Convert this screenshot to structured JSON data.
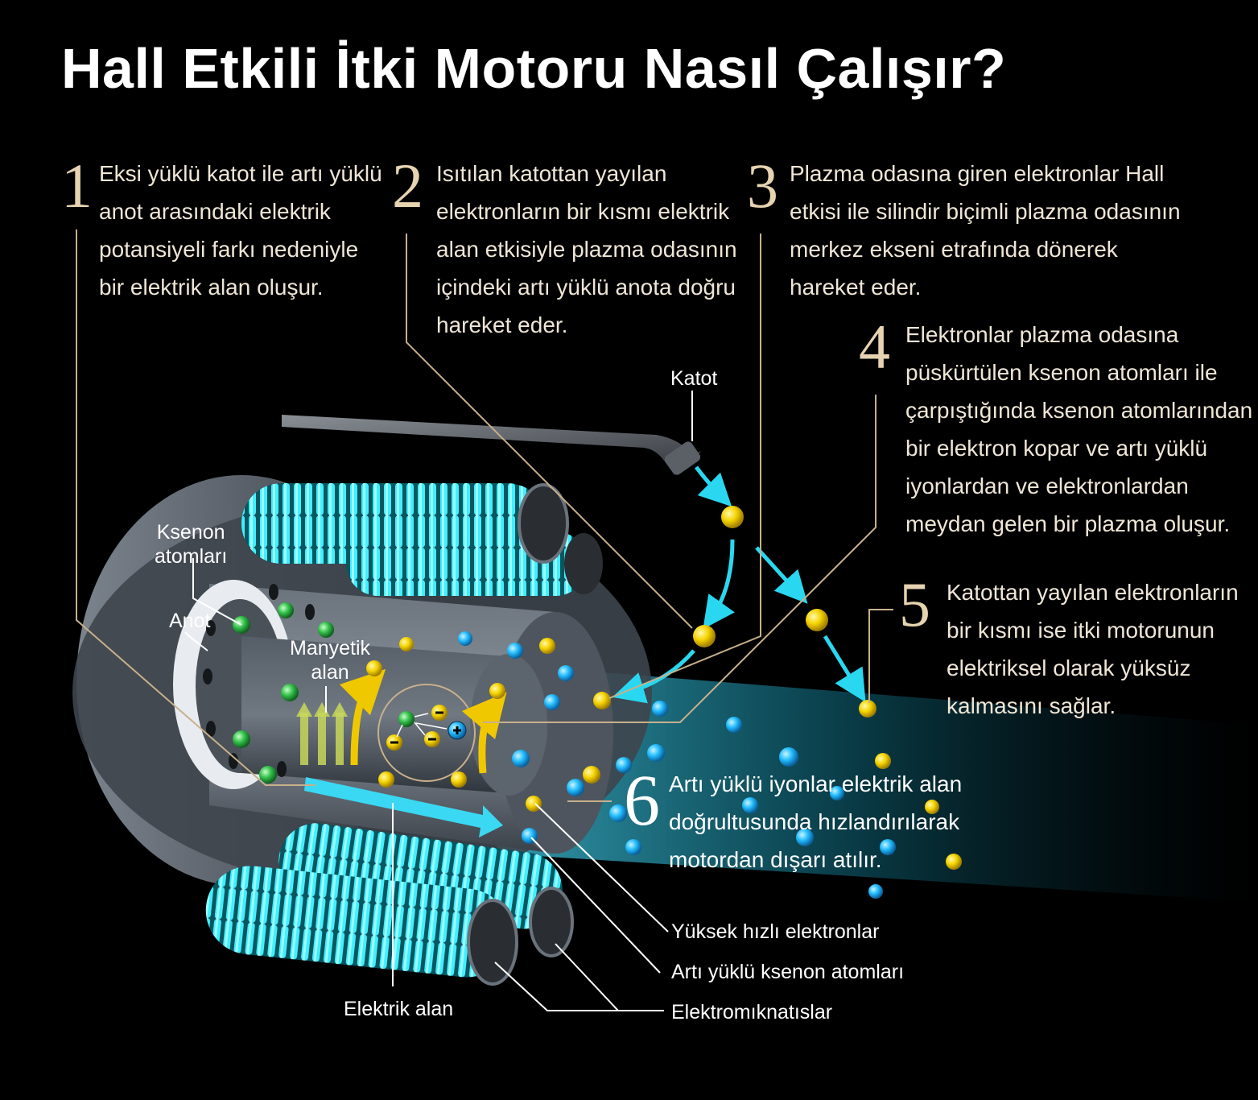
{
  "title": "Hall Etkili İtki Motoru Nasıl Çalışır?",
  "colors": {
    "background": "#000000",
    "leader_line": "#c8b08c",
    "coil": "#3ff0ff",
    "electron": "#f5d400",
    "ion": "#22bcff",
    "xenon_atom": "#33c04a",
    "body": "#5a626c"
  },
  "steps": [
    {
      "number": "1",
      "lines": [
        "Eksi yüklü katot ile artı yüklü",
        "anot arasındaki elektrik",
        "potansiyeli farkı nedeniyle",
        "bir elektrik alan oluşur."
      ]
    },
    {
      "number": "2",
      "lines": [
        "Isıtılan katottan yayılan",
        "elektronların bir kısmı elektrik",
        "alan etkisiyle plazma odasının",
        "içindeki artı yüklü anota doğru",
        "hareket eder."
      ]
    },
    {
      "number": "3",
      "lines": [
        "Plazma odasına giren elektronlar Hall",
        "etkisi ile silindir biçimli plazma odasının",
        "merkez ekseni etrafında dönerek",
        "hareket eder."
      ]
    },
    {
      "number": "4",
      "lines": [
        "Elektronlar plazma odasına",
        "püskürtülen ksenon atomları ile",
        "çarpıştığında ksenon atomlarından",
        "bir elektron kopar ve artı yüklü",
        "iyonlardan ve elektronlardan",
        "meydan gelen bir plazma oluşur."
      ]
    },
    {
      "number": "5",
      "lines": [
        "Katottan yayılan elektronların",
        "bir kısmı ise itki motorunun",
        "elektriksel olarak yüksüz",
        "kalmasını sağlar."
      ]
    },
    {
      "number": "6",
      "lines": [
        "Artı yüklü iyonlar elektrik alan",
        "doğrultusunda hızlandırılarak",
        "motordan dışarı atılır."
      ]
    }
  ],
  "labels": {
    "katot": "Katot",
    "ksenon_atomlari": [
      "Ksenon",
      "atomları"
    ],
    "anot": "Anot",
    "manyetik_alan": [
      "Manyetik",
      "alan"
    ],
    "elektrik_alan": "Elektrik alan",
    "yuksek_hizli_elektronlar": "Yüksek hızlı elektronlar",
    "arti_yuklu_ksenon": "Artı yüklü ksenon atomları",
    "elektromiknatislar": "Elektromıknatıslar"
  },
  "icons": {
    "electron": "minus-sign",
    "ion": "plus-sign"
  }
}
